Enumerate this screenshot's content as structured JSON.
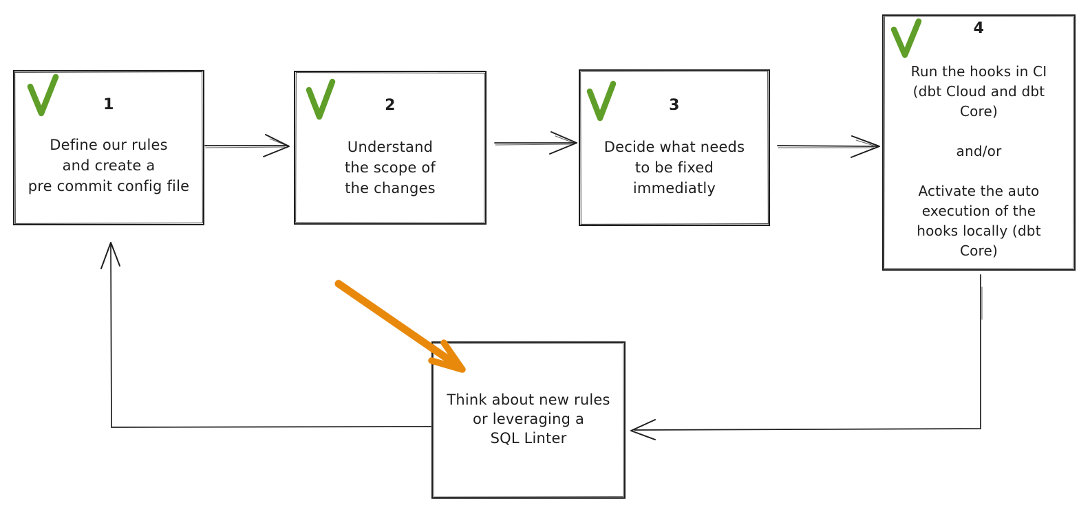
{
  "diagram": {
    "title": "pre-commit hooks workflow flowchart",
    "colors": {
      "canvas_bg": "#ffffff",
      "stroke_dark": "#1e1e1e",
      "check_green": "#5f9e28",
      "arrow_orange": "#e8890c"
    },
    "icons": {
      "checkmark": "✓",
      "orange_annotation_arrow": "↘"
    },
    "steps": [
      {
        "number": "1",
        "checked": true,
        "text": "Define our rules\nand create a\npre commit config file"
      },
      {
        "number": "2",
        "checked": true,
        "text": "Understand\nthe scope of\nthe changes"
      },
      {
        "number": "3",
        "checked": true,
        "text": "Decide what needs\nto be fixed\nimmediatly"
      },
      {
        "number": "4",
        "checked": true,
        "text": "Run the hooks in CI\n(dbt Cloud and dbt\nCore)\n\nand/or\n\nActivate the auto\nexecution of the\nhooks locally (dbt\nCore)"
      }
    ],
    "feedback": {
      "text": "Think about new rules\nor leveraging a\nSQL Linter"
    },
    "connections": [
      "step1-to-step2",
      "step2-to-step3",
      "step3-to-step4",
      "step4-to-feedback",
      "feedback-to-step1",
      "orange-annotation-to-feedback"
    ]
  }
}
